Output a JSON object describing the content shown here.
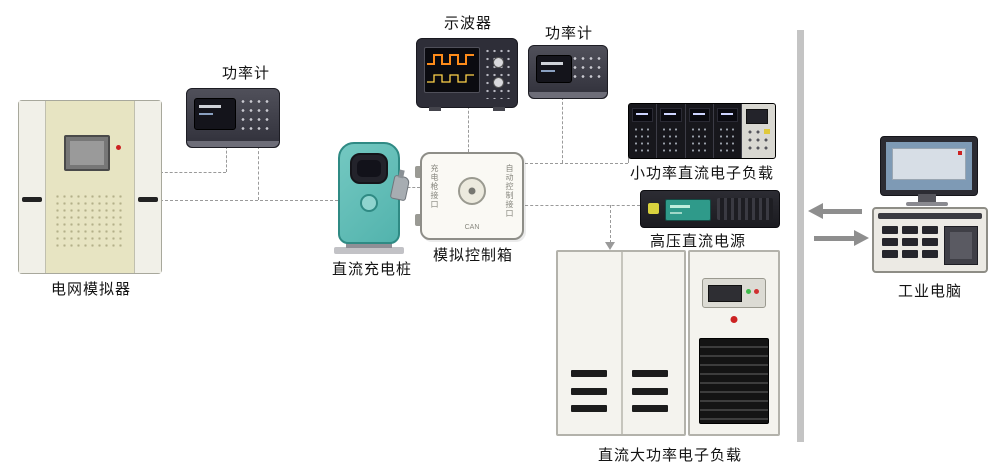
{
  "diagram": {
    "labels": {
      "grid_simulator": "电网模拟器",
      "power_meter_left": "功率计",
      "oscilloscope": "示波器",
      "power_meter_right": "功率计",
      "charging_pile": "直流充电桩",
      "control_box": "模拟控制箱",
      "small_dc_load": "小功率直流电子负载",
      "hv_dc_source": "高压直流电源",
      "high_power_dc_load": "直流大功率电子负载",
      "industrial_pc": "工业电脑"
    },
    "control_box_text": {
      "left_port": "充电枪接口",
      "right_port": "自动控制接口",
      "center_port": "CAN"
    },
    "icons": {
      "bus_bar": "vertical-bus-bar",
      "arrow_to_bus": "arrow-left-icon",
      "arrow_from_bus": "arrow-right-icon"
    },
    "colors": {
      "pile_teal": "#52b3ad",
      "instrument_dark": "#2e2e38",
      "wave_orange": "#ff8c1a",
      "hv_display_green": "#2f9a8a",
      "cabinet_cream": "#e7e4c2",
      "connector_gray": "#9a9a9a",
      "arrow_gray": "#8e8e8e",
      "alert_red": "#cc2222"
    }
  }
}
